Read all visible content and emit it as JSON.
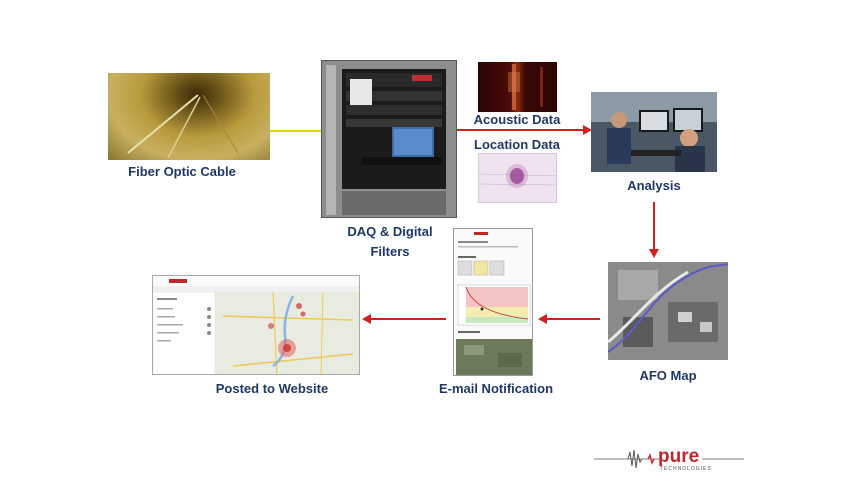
{
  "colors": {
    "label_text": "#1f3864",
    "connector_yellow": "#e8d400",
    "arrow_red": "#d02020",
    "logo_red": "#c0272d",
    "logo_gray": "#555555"
  },
  "nodes": {
    "fiber": {
      "label": "Fiber Optic Cable"
    },
    "daq": {
      "label": "DAQ & Digital Filters"
    },
    "acoustic": {
      "label": "Acoustic Data"
    },
    "location": {
      "label": "Location Data"
    },
    "analysis": {
      "label": "Analysis"
    },
    "afo_map": {
      "label": "AFO Map"
    },
    "email": {
      "label": "E-mail Notification"
    },
    "website": {
      "label": "Posted to Website"
    }
  },
  "logo": {
    "brand": "pure",
    "sub": "TECHNOLOGIES"
  }
}
